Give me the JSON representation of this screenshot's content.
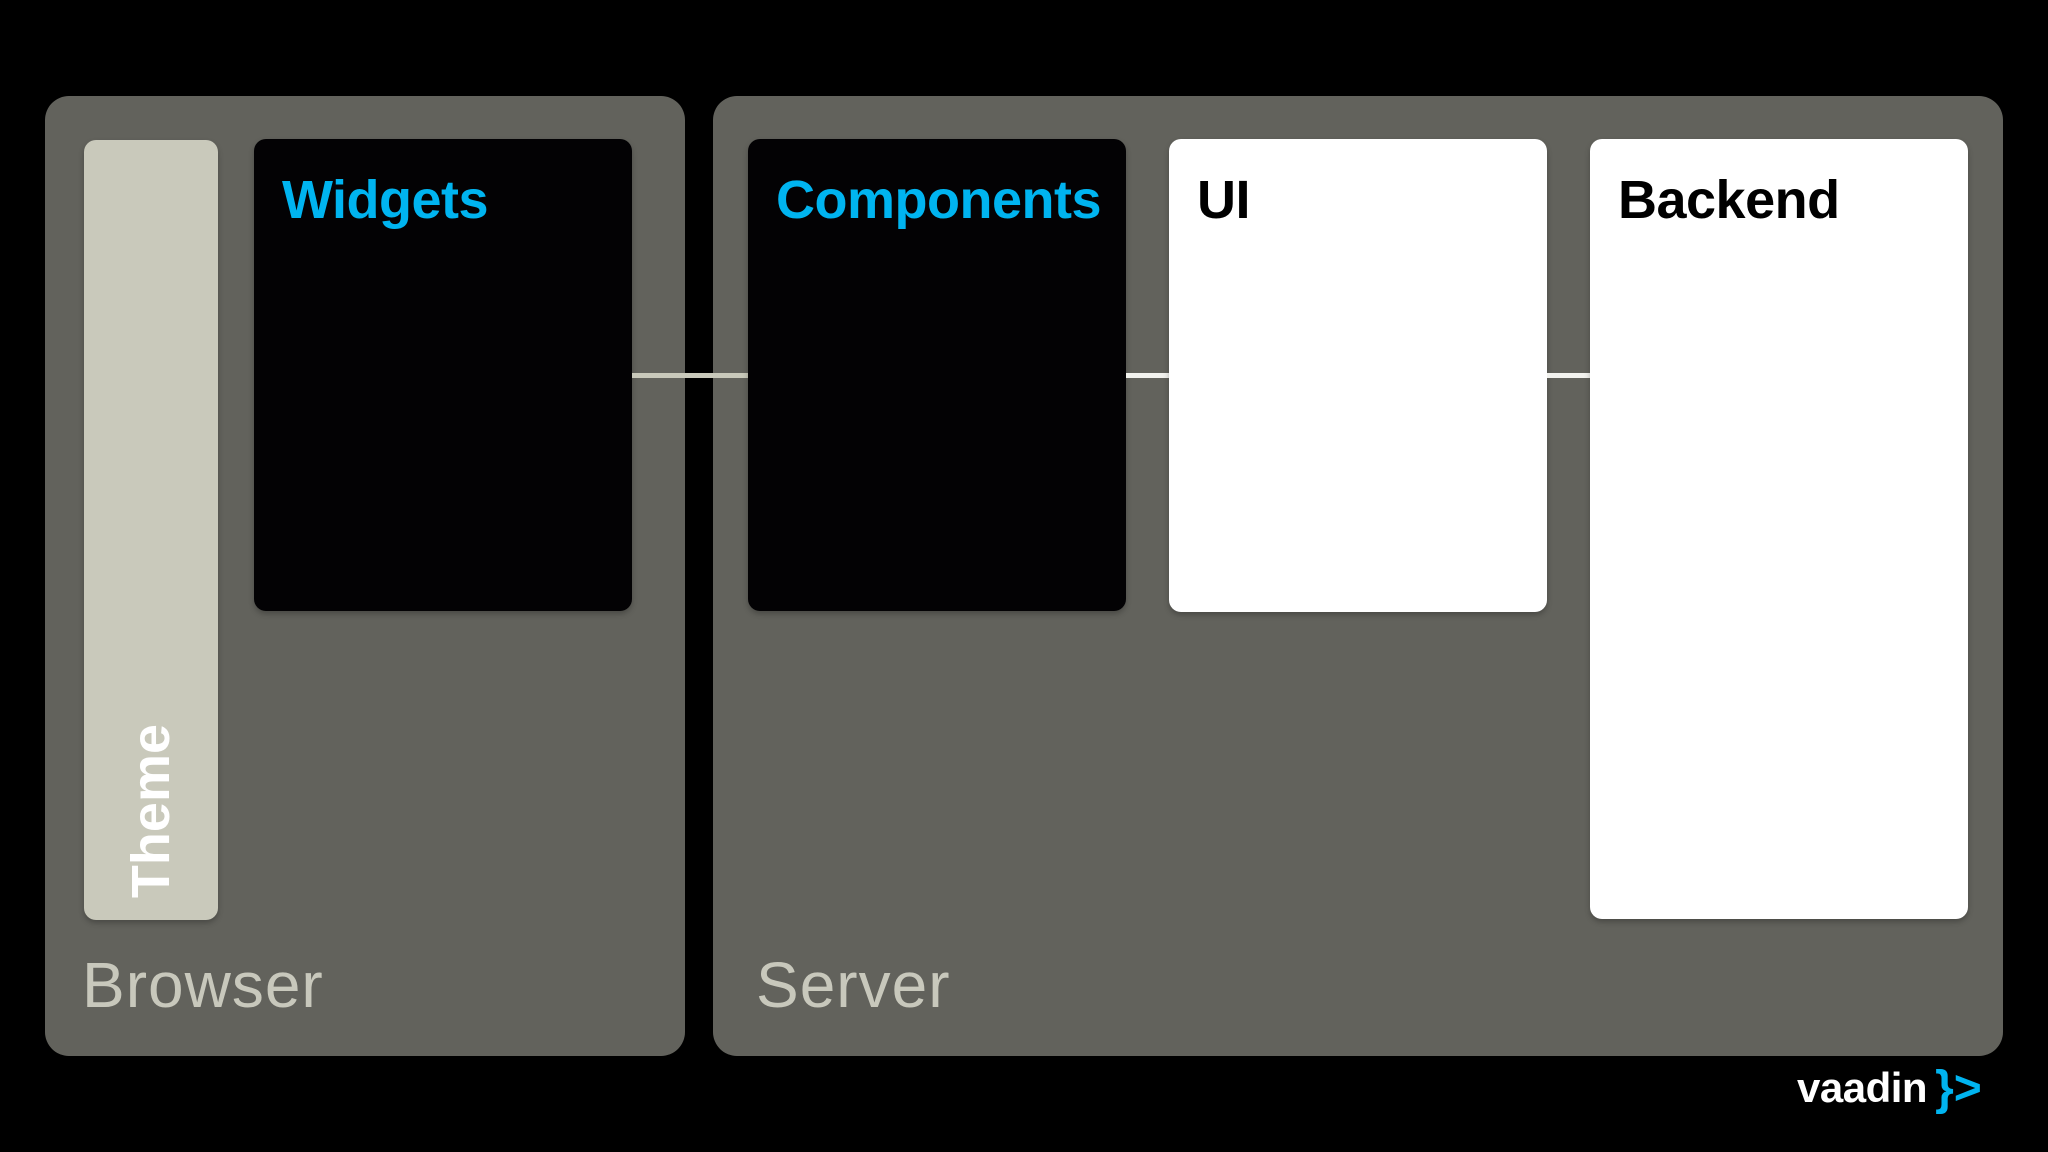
{
  "diagram": {
    "panels": {
      "browser": {
        "label": "Browser"
      },
      "server": {
        "label": "Server"
      }
    },
    "boxes": {
      "theme": {
        "title": "Theme"
      },
      "widgets": {
        "title": "Widgets"
      },
      "components": {
        "title": "Components"
      },
      "ui": {
        "title": "UI"
      },
      "backend": {
        "title": "Backend"
      }
    }
  },
  "logo": {
    "wordmark": "vaadin",
    "mark": "}>"
  },
  "colors": {
    "background": "#000000",
    "panel": "#62625c",
    "panel_label": "#c8c8bc",
    "theme_bar": "#c9c9bb",
    "accent_blue": "#00b4f0",
    "box_dark": "#030204",
    "box_light": "#ffffff"
  }
}
